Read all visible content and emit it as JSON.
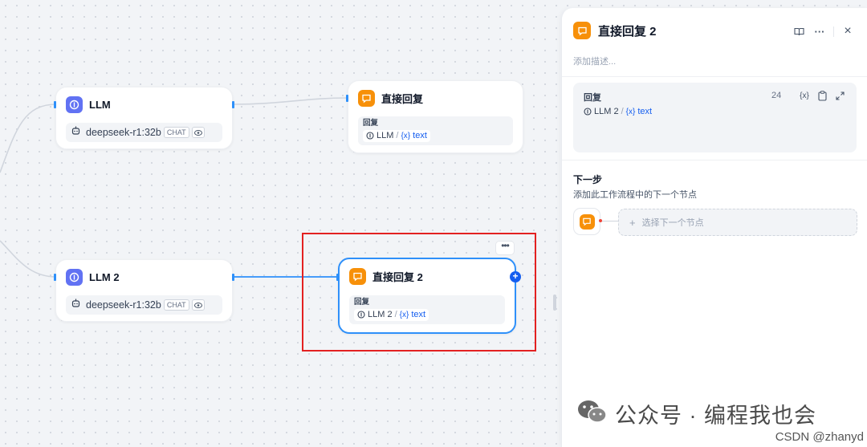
{
  "canvas": {
    "nodes": {
      "llm1": {
        "title": "LLM",
        "model": "deepseek-r1:32b",
        "mode_tag": "CHAT"
      },
      "reply1": {
        "title": "直接回复",
        "field_label": "回复",
        "var_source": "LLM",
        "var_sep": "/",
        "var_x": "{x}",
        "var_name": "text"
      },
      "llm2": {
        "title": "LLM 2",
        "model": "deepseek-r1:32b",
        "mode_tag": "CHAT"
      },
      "reply2": {
        "title": "直接回复 2",
        "field_label": "回复",
        "var_source": "LLM 2",
        "var_sep": "/",
        "var_x": "{x}",
        "var_name": "text",
        "more": "•••",
        "add": "+"
      }
    },
    "colors": {
      "llm_icon": "#6172f3",
      "reply_icon": "#f79009",
      "port": "#2e90fa",
      "selected_border": "#2e90fa",
      "highlight_box": "#e32121"
    }
  },
  "panel": {
    "title": "直接回复 2",
    "description_placeholder": "添加描述...",
    "more": "···",
    "close": "×",
    "reply": {
      "label": "回复",
      "char_count": "24",
      "var_x": "{x}",
      "var_source": "LLM 2",
      "var_sep": "/",
      "var_name": "text"
    },
    "next_step": {
      "title": "下一步",
      "description": "添加此工作流程中的下一个节点",
      "select_placeholder": "选择下一个节点",
      "plus": "+"
    }
  },
  "watermark": {
    "text": "公众号 · 编程我也会",
    "credit": "CSDN @zhanyd"
  }
}
